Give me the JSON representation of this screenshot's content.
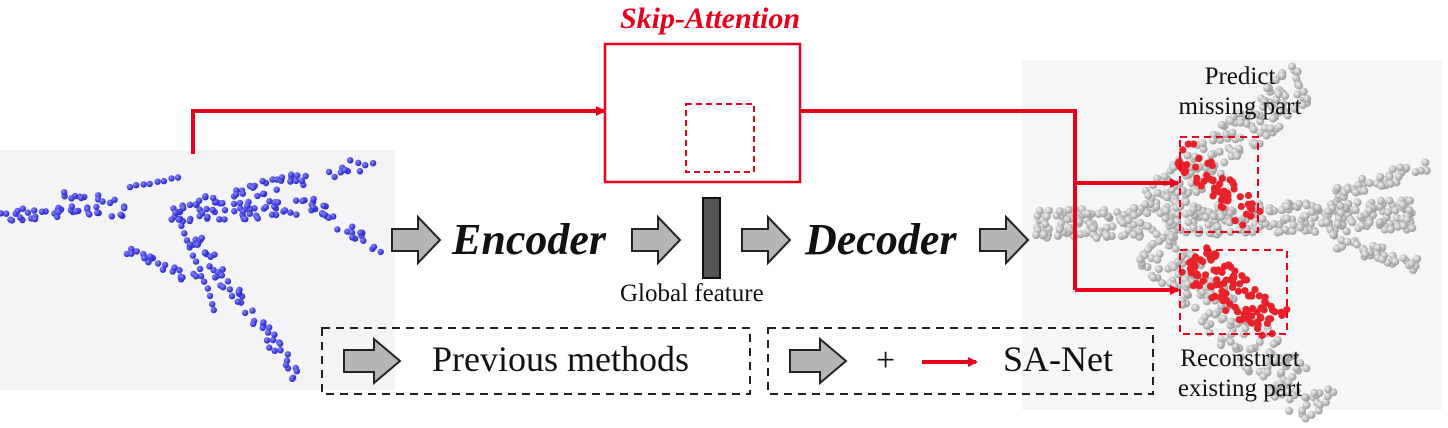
{
  "skip_attention_label": "Skip-Attention",
  "encoder_label": "Encoder",
  "decoder_label": "Decoder",
  "global_feature_label": "Global feature",
  "predict_label": {
    "line1": "Predict",
    "line2": "missing part"
  },
  "reconstruct_label": {
    "line1": "Reconstruct",
    "line2": "existing part"
  },
  "legend": {
    "previous_label": "Previous methods",
    "plus_label": "+",
    "sanet_label": "SA-Net"
  },
  "colors": {
    "accent_red": "#e8001c",
    "input_points": "#3a3ae0",
    "output_points": "#bdbdbd",
    "arrow_fill": "#b5b5b5",
    "feature_bar": "#555555"
  }
}
